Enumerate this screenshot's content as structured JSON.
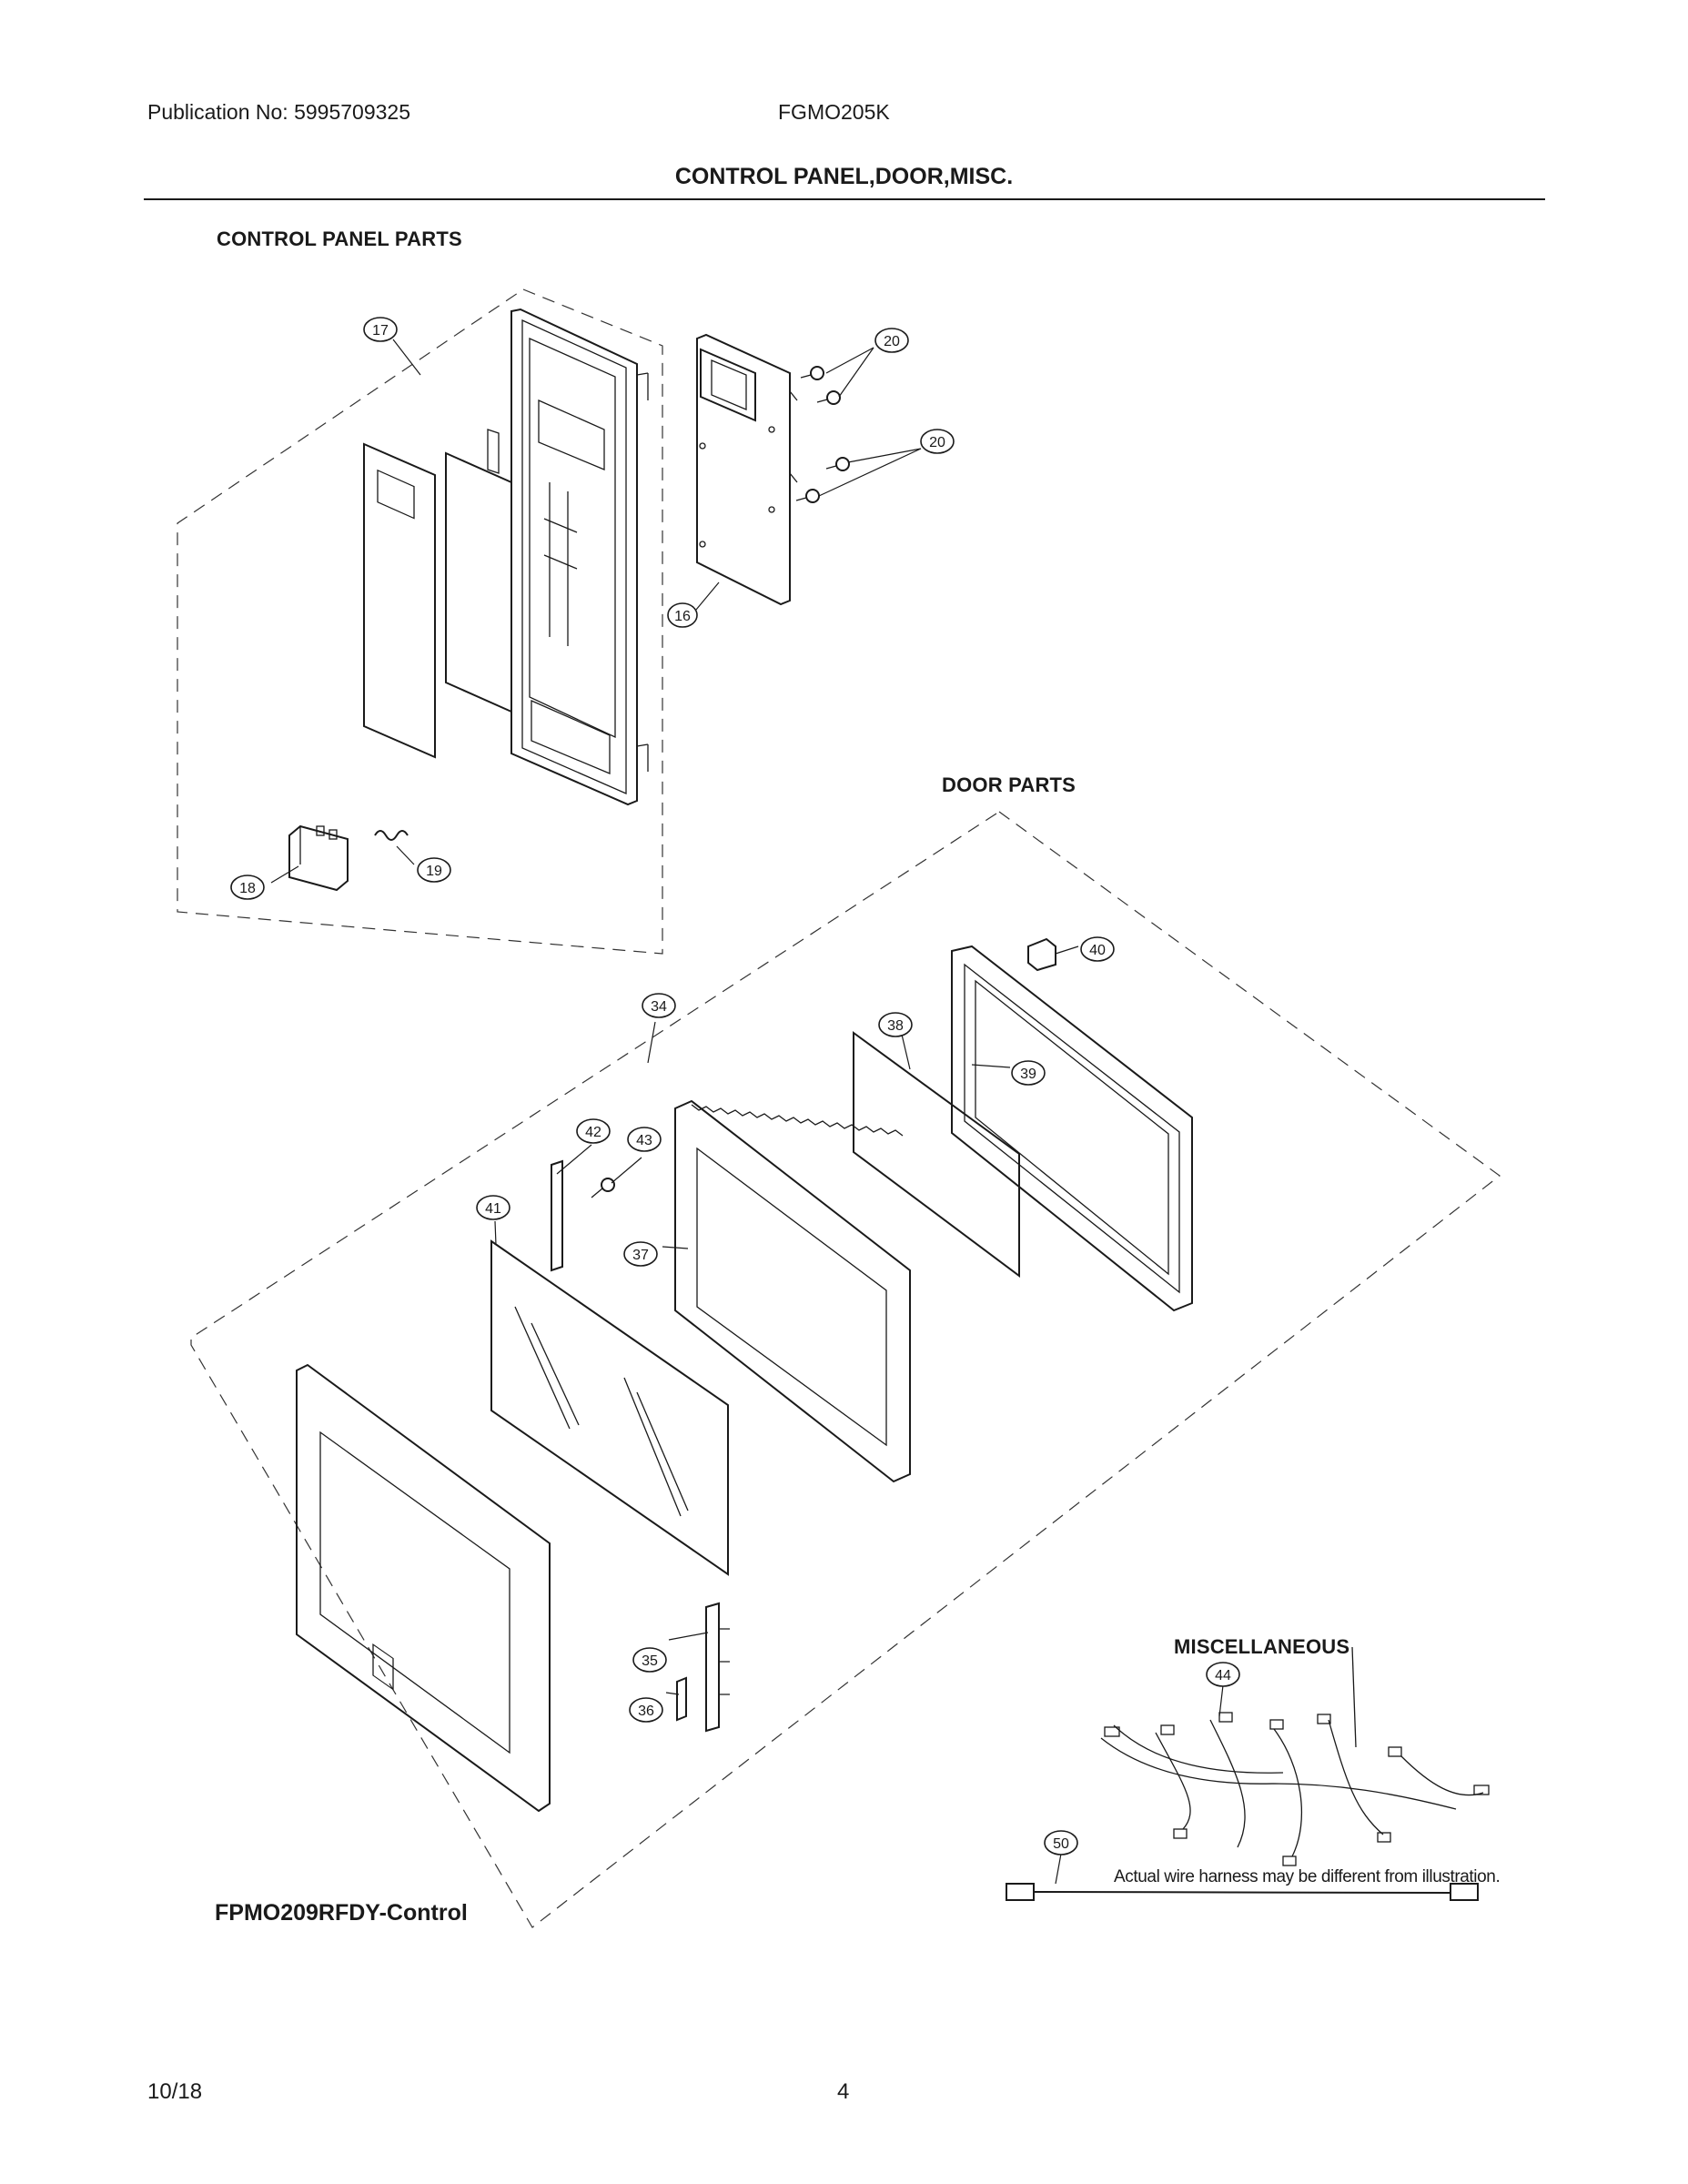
{
  "header": {
    "publication": "Publication No: 5995709325",
    "model": "FGMO205K",
    "title": "CONTROL PANEL,DOOR,MISC."
  },
  "sections": {
    "control_panel": "CONTROL PANEL PARTS",
    "door": "DOOR PARTS",
    "misc": "MISCELLANEOUS"
  },
  "note": "Actual wire harness may be different from illustration.",
  "control_label": "FPMO209RFDY-Control",
  "footer": {
    "date": "10/18",
    "page": "4"
  },
  "callouts": {
    "p17": "17",
    "p16": "16",
    "p18": "18",
    "p19": "19",
    "p20a": "20",
    "p20b": "20",
    "p34": "34",
    "p35": "35",
    "p36": "36",
    "p37": "37",
    "p38": "38",
    "p39": "39",
    "p40": "40",
    "p41": "41",
    "p42": "42",
    "p43": "43",
    "p44": "44",
    "p50": "50"
  }
}
